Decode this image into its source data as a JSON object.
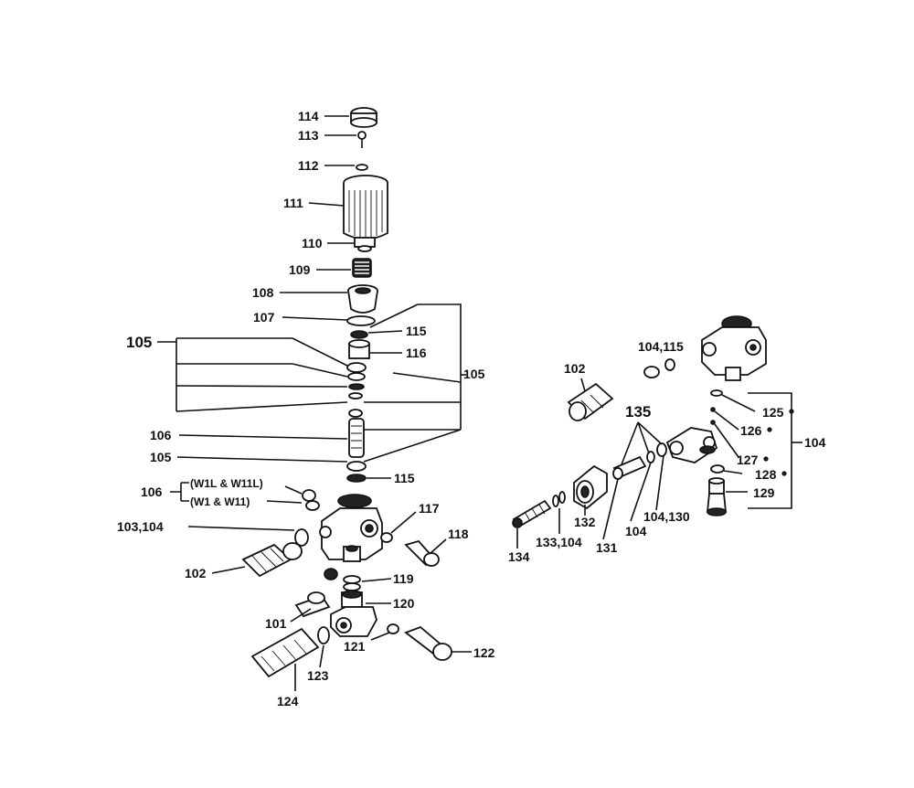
{
  "labels": {
    "p114": "114",
    "p113": "113",
    "p112": "112",
    "p111": "111",
    "p110": "110",
    "p109": "109",
    "p108": "108",
    "p107": "107",
    "p115a": "115",
    "p116a": "116",
    "p105a": "105",
    "p105b": "105",
    "p106a": "106",
    "p105c": "105",
    "p115b": "115",
    "p106b": "106",
    "variant1": "(W1L & W11L)",
    "variant2": "(W1 & W11)",
    "p117": "117",
    "p103_104": "103,104",
    "p118": "118",
    "p102a": "102",
    "p119": "119",
    "p120": "120",
    "p101": "101",
    "p121": "121",
    "p122": "122",
    "p123": "123",
    "p124": "124",
    "p104_115": "104,115",
    "p102b": "102",
    "p135": "135",
    "p125": "125",
    "p126": "126",
    "p127": "127",
    "p128": "128",
    "p129": "129",
    "p104a": "104",
    "p104b": "104",
    "p104_130": "104,130",
    "p132": "132",
    "p131": "131",
    "p133_104": "133,104",
    "p134": "134"
  }
}
